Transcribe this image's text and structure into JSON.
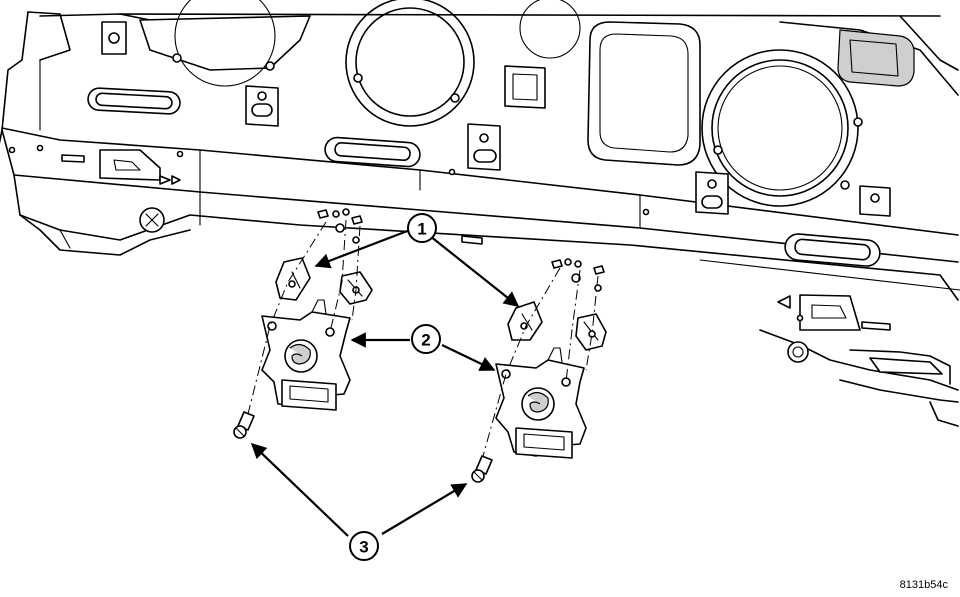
{
  "callouts": [
    {
      "number": "1"
    },
    {
      "number": "2"
    },
    {
      "number": "3"
    }
  ],
  "figure_code": "8131b54c"
}
